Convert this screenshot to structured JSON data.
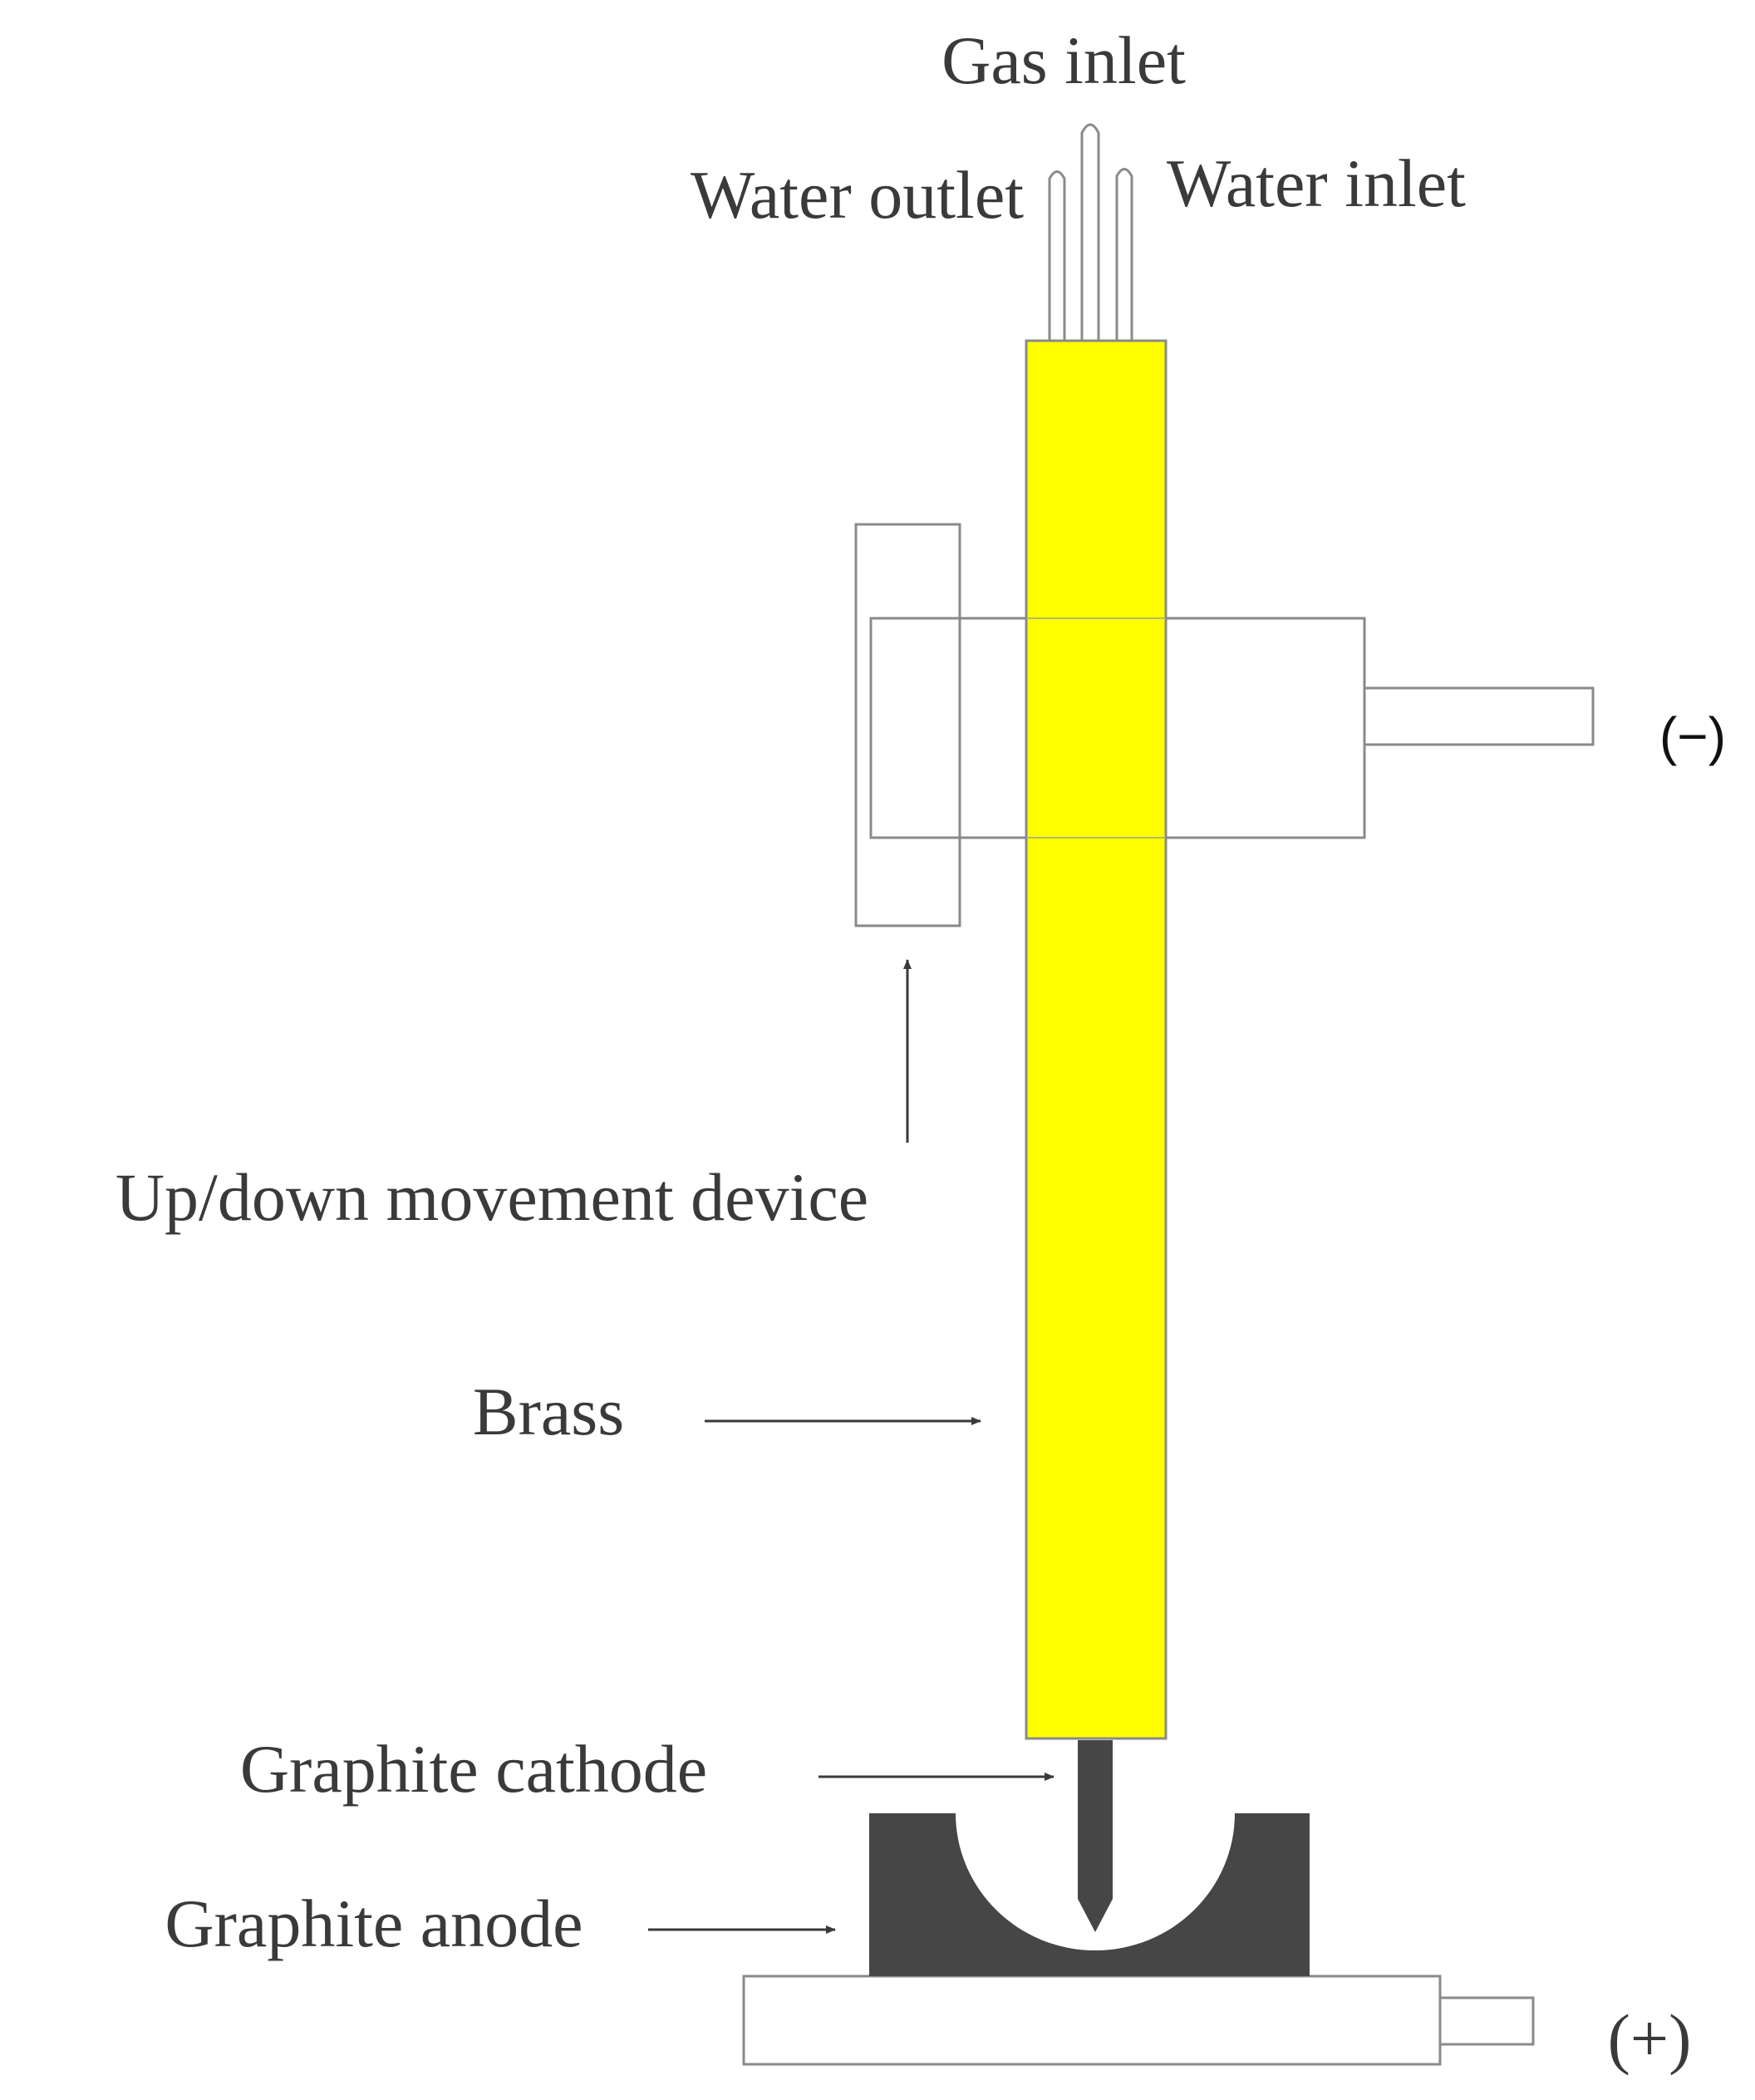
{
  "labels": {
    "gas_inlet": "Gas inlet",
    "water_outlet": "Water outlet",
    "water_inlet": "Water inlet",
    "negative_terminal": "(−)",
    "up_down_device": "Up/down movement device",
    "brass": "Brass",
    "graphite_cathode": "Graphite cathode",
    "graphite_anode": "Graphite anode",
    "positive_terminal": "(+)"
  },
  "colors": {
    "brass": "#ffff00",
    "graphite": "#464646",
    "outline": "#8a8a8a",
    "arrow": "#3a3a3a",
    "text": "#3a3a3a"
  }
}
